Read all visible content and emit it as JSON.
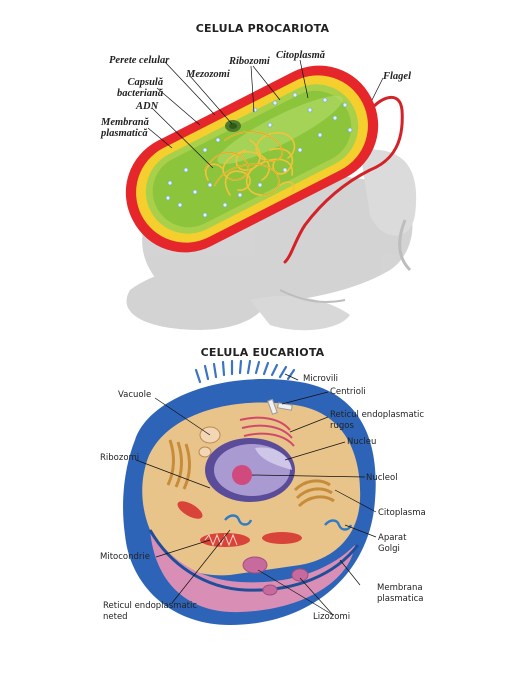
{
  "prokaryote": {
    "title": "CELULA PROCARIOTA",
    "labels": {
      "cell_wall": "Perete celular",
      "mesosome": "Mezozomi",
      "ribosomes": "Ribozomi",
      "cytoplasm": "Citoplasmă",
      "flagellum": "Flagel",
      "capsule_l1": "Capsulă",
      "capsule_l2": "bacteriană",
      "dna": "ADN",
      "membrane_l1": "Membrană",
      "membrane_l2": "plasmatică"
    }
  },
  "eukaryote": {
    "title": "CELULA EUCARIOTA",
    "labels": {
      "microvilli": "Microvili",
      "centrioles": "Centrioli",
      "vacuole": "Vacuole",
      "rer_l1": "Reticul endoplasmatic",
      "rer_l2": "rugos",
      "nucleus": "Nucleu",
      "ribosomes": "Ribozomi",
      "nucleolus": "Nucleol",
      "cytoplasm": "Citoplasma",
      "golgi_l1": "Aparat",
      "golgi_l2": "Golgi",
      "mitochondria": "Mitocondrie",
      "membrane_l1": "Membrana",
      "membrane_l2": "plasmatica",
      "ser_l1": "Reticul endoplasmatic",
      "ser_l2": "neted",
      "lysosomes": "Lizozomi"
    }
  },
  "colors": {
    "cell_wall": "#e5262b",
    "capsule": "#f5cf2d",
    "cytoplasm": "#8dc63f",
    "dna": "#f2c33a",
    "shadow": "#c8c8c8",
    "euk_membrane": "#2e64b8",
    "euk_cytoplasm": "#e9c48a",
    "nucleus": "#9a8ec4",
    "mitochondria": "#d9443a"
  }
}
